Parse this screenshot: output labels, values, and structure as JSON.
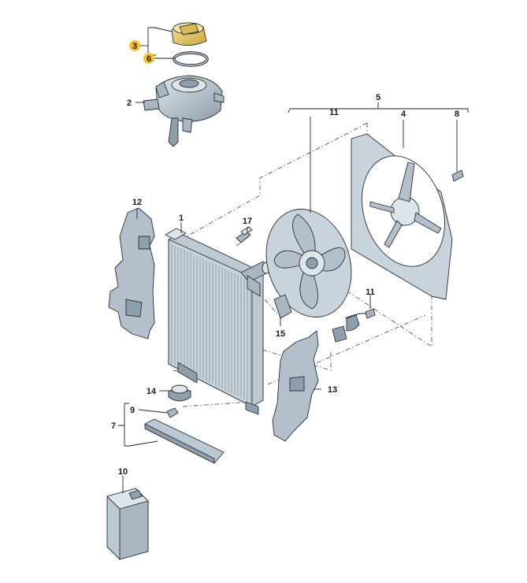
{
  "parts": [
    {
      "id": "p1",
      "label": "1"
    },
    {
      "id": "p2",
      "label": "2"
    },
    {
      "id": "p3",
      "label": "3"
    },
    {
      "id": "p4",
      "label": "4"
    },
    {
      "id": "p5",
      "label": "5"
    },
    {
      "id": "p6",
      "label": "6"
    },
    {
      "id": "p7",
      "label": "7"
    },
    {
      "id": "p8",
      "label": "8"
    },
    {
      "id": "p9",
      "label": "9"
    },
    {
      "id": "p10",
      "label": "10"
    },
    {
      "id": "p11a",
      "label": "11"
    },
    {
      "id": "p11b",
      "label": "11"
    },
    {
      "id": "p12",
      "label": "12"
    },
    {
      "id": "p13",
      "label": "13"
    },
    {
      "id": "p14",
      "label": "14"
    },
    {
      "id": "p15",
      "label": "15"
    },
    {
      "id": "p17",
      "label": "17"
    }
  ],
  "colors": {
    "part_fill": "#bcc8d2",
    "part_shade": "#8f9eab",
    "part_light": "#dde5eb",
    "highlight_badge": "#f2c230",
    "cap_yellow": "#e8cd6a"
  },
  "highlighted_parts": [
    "3",
    "6"
  ]
}
